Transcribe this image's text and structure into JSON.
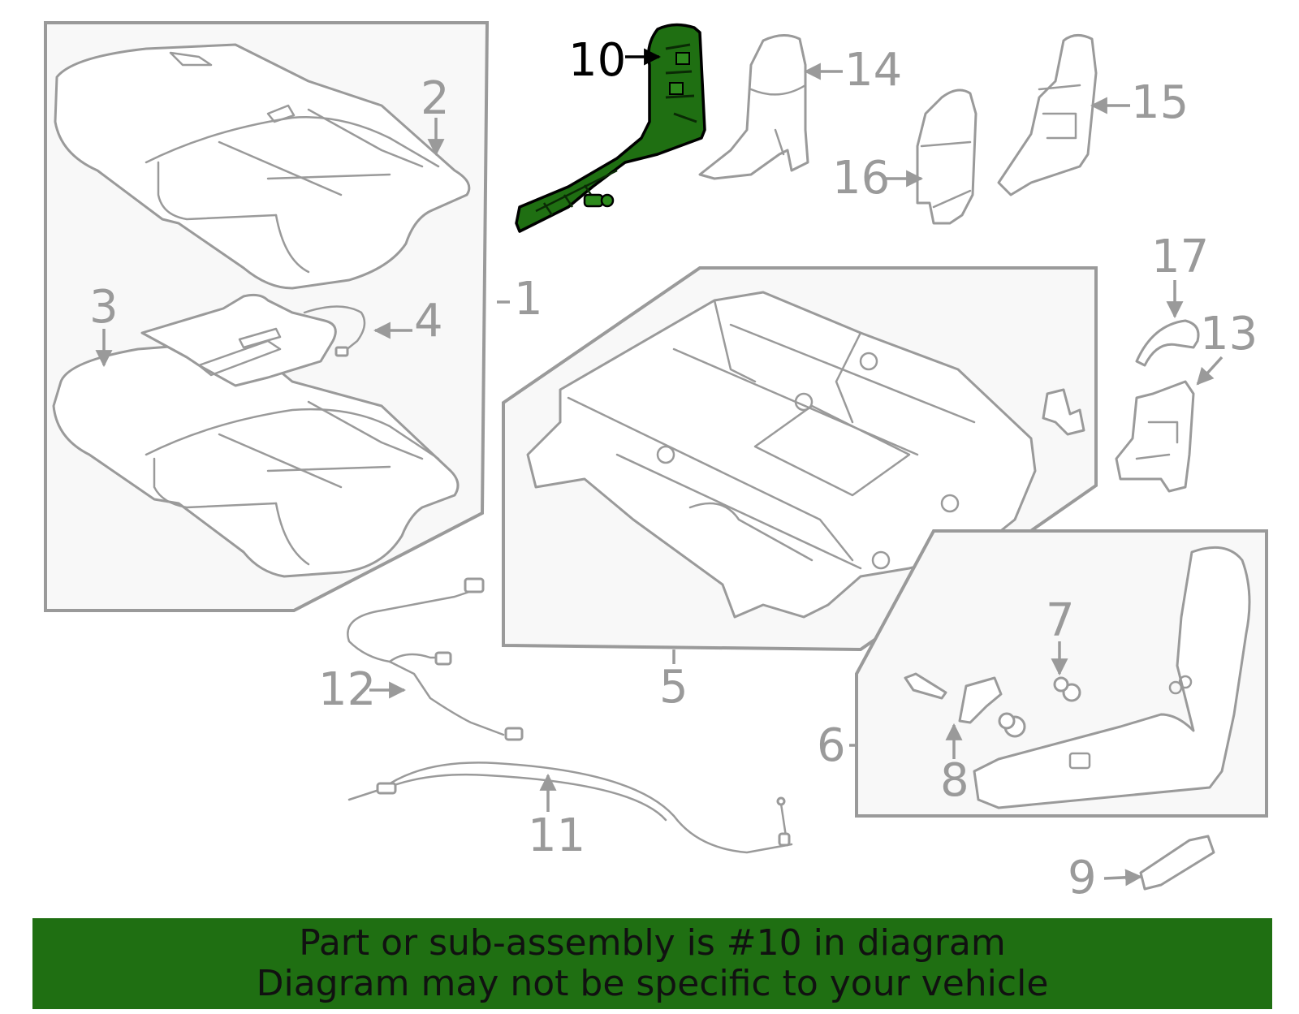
{
  "highlight_color": "#1f6f12",
  "banner": {
    "line1": "Part or sub-assembly is #10 in diagram",
    "line2": "Diagram may not be specific to your vehicle",
    "background": "#1f6f12"
  },
  "callouts": {
    "c1": "1",
    "c2": "2",
    "c3": "3",
    "c4": "4",
    "c5": "5",
    "c6": "6",
    "c7": "7",
    "c8": "8",
    "c9": "9",
    "c10": "10",
    "c11": "11",
    "c12": "12",
    "c13": "13",
    "c14": "14",
    "c15": "15",
    "c16": "16",
    "c17": "17"
  },
  "highlighted_part": "10"
}
